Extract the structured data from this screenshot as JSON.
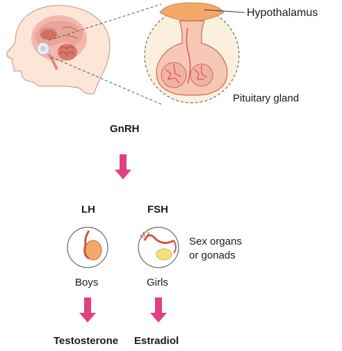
{
  "labels": {
    "hypothalamus": "Hypothalamus",
    "pituitary": "Pituitary gland",
    "gnrh": "GnRH",
    "lh": "LH",
    "fsh": "FSH",
    "sex_organs_line1": "Sex organs",
    "sex_organs_line2": "or gonads",
    "boys": "Boys",
    "girls": "Girls",
    "testosterone": "Testosterone",
    "estradiol": "Estradiol"
  },
  "colors": {
    "arrow": "#e0407f",
    "skin": "#fde5d8",
    "brain": "#e9a59a",
    "hypothalamus": "#f2a96a",
    "ovary": "#f1e27a",
    "outline": "#b04a3a"
  }
}
